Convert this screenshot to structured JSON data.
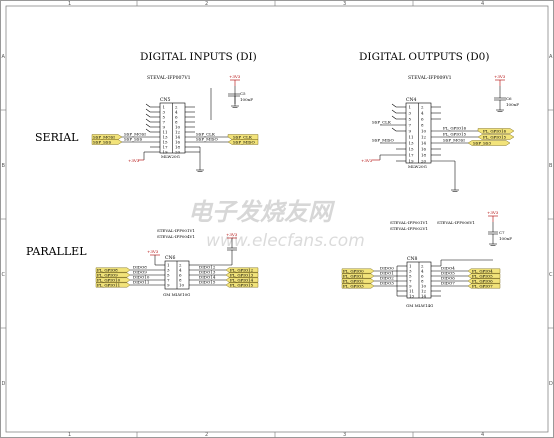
{
  "frame": {
    "col_labels": [
      "1",
      "2",
      "3",
      "4"
    ],
    "row_labels": [
      "A",
      "B",
      "C",
      "D"
    ]
  },
  "titles": {
    "digital_inputs": "DIGITAL INPUTS (DI)",
    "digital_outputs": "DIGITAL OUTPUTS (D0)",
    "serial": "SERIAL",
    "parallel": "PARALLEL"
  },
  "watermark": {
    "cn": "电子发烧友网",
    "url": "www.elecfans.com"
  },
  "cn5": {
    "board": "STEVAL-IFP007V1",
    "ref": "CN5",
    "part": "MLW20G",
    "pins_left": [
      "1",
      "3",
      "5",
      "7",
      "9",
      "11",
      "13",
      "15",
      "17",
      "19"
    ],
    "pins_right": [
      "2",
      "4",
      "6",
      "8",
      "10",
      "12",
      "14",
      "16",
      "18",
      "20"
    ],
    "net_left": [
      "SSP_MOSI",
      "SSP_SSS"
    ],
    "net_right": [
      "SSP_CLK",
      "SSP_MISO"
    ],
    "tags_left": [
      "SSP_MOSI",
      "SSP_SSS"
    ],
    "tags_right": [
      "SSP_CLK",
      "SSP_MISO"
    ],
    "power": "+3V3",
    "cap_ref": "C5",
    "cap_val": "100nF"
  },
  "cn4": {
    "board": "STEVAL-IFP009V1",
    "ref": "CN4",
    "part": "MLW20G",
    "net_left": [
      "SSP_CLK",
      "SSP_MISO"
    ],
    "net_right": [
      "PL_GPIO16",
      "PL_GPIO15",
      "SSP_MOSI"
    ],
    "tags_right": [
      "PL_GPIO16",
      "PL_GPIO15",
      "SSP_SS3"
    ],
    "power": "+3V3",
    "cap_ref": "C6",
    "cap_val": "100nF"
  },
  "cn6": {
    "boards": [
      "STEVAL-IFP001V1",
      "STEVAL-IFP004V1"
    ],
    "ref": "CN6",
    "part": "GM MLW10G",
    "nets_left": [
      "DIDO8",
      "DIDO9",
      "DIDO10",
      "DIDO11"
    ],
    "nets_right": [
      "DIDO12",
      "DIDO13",
      "DIDO14",
      "DIDO15"
    ],
    "tags_left": [
      "PL_GPIO8",
      "PL_GPIO9",
      "PL_GPIO10",
      "PL_GPIO11"
    ],
    "tags_right": [
      "PL_GPIO12",
      "PL_GPIO13",
      "PL_GPIO14",
      "PL_GPIO15"
    ],
    "power": "+3V3"
  },
  "cn8": {
    "boards": [
      "STEVAL-IFP001V1",
      "STEVAL-IFP006V1",
      "STEVAL-IFP002V1"
    ],
    "ref": "CN8",
    "part": "GM MLW14G",
    "nets_left": [
      "DIDO0",
      "DIDO1",
      "DIDO2",
      "DIDO3"
    ],
    "nets_right": [
      "DIDO4",
      "DIDO5",
      "DIDO6",
      "DIDO7"
    ],
    "tags_left": [
      "PL_GPIO0",
      "PL_GPIO1",
      "PL_GPIO2",
      "PL_GPIO3"
    ],
    "tags_right": [
      "PL_GPIO4",
      "PL_GPIO5",
      "PL_GPIO6",
      "PL_GPIO7"
    ],
    "power": "+3V3",
    "cap_ref": "C7",
    "cap_val": "100nF"
  }
}
